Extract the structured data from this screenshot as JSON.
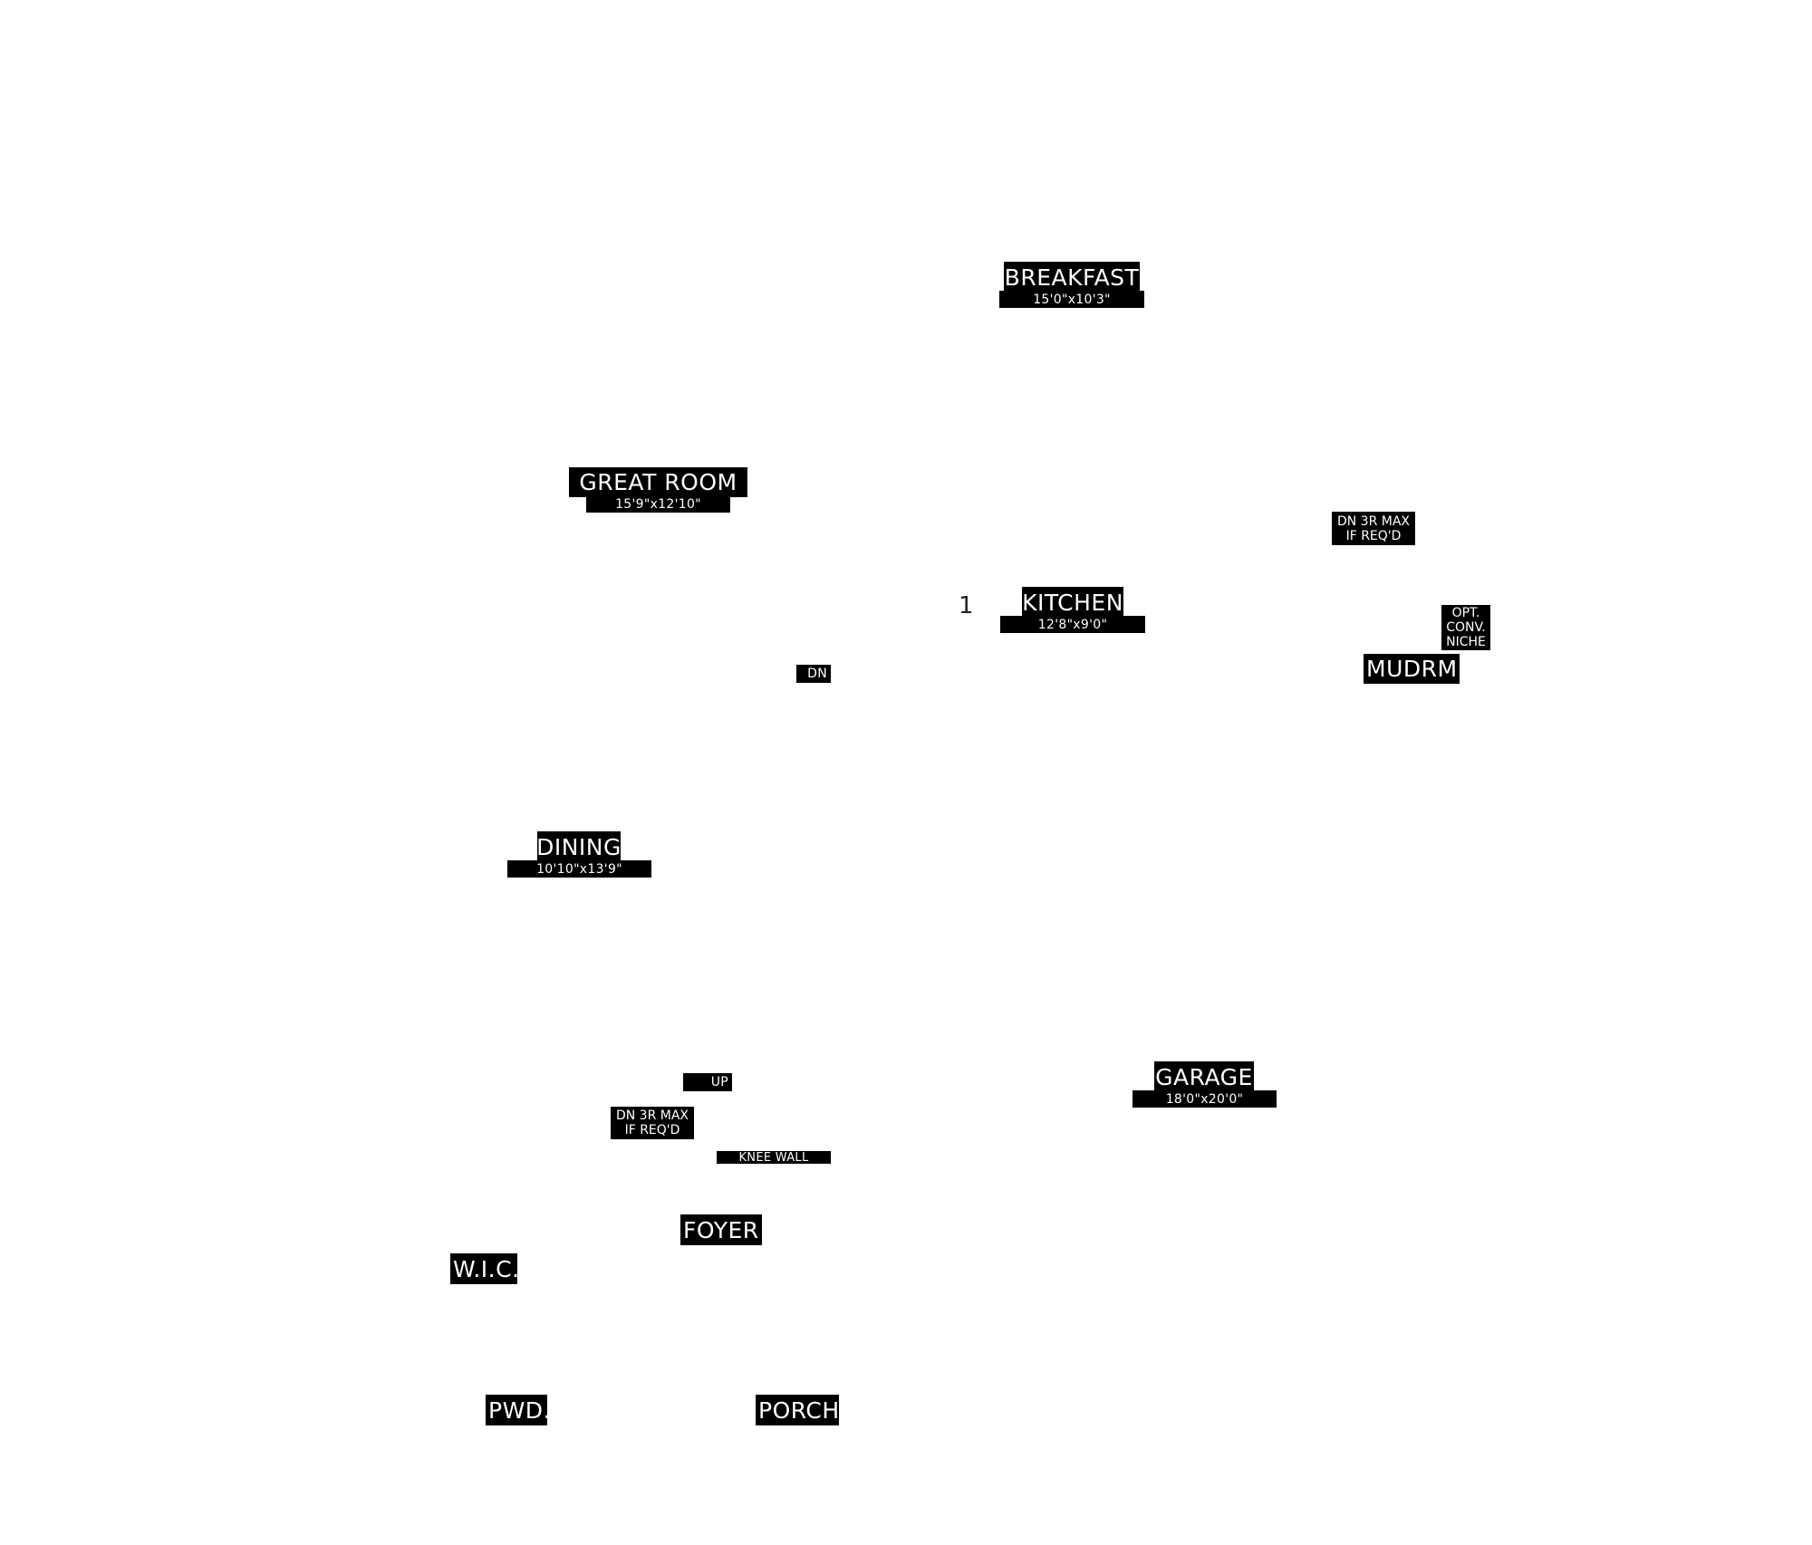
{
  "rooms": {
    "breakfast": {
      "name": "BREAKFAST",
      "dims": "15'0\"x10'3\""
    },
    "great_room": {
      "name": "GREAT ROOM",
      "dims": "15'9\"x12'10\""
    },
    "kitchen": {
      "name": "KITCHEN",
      "dims": "12'8\"x9'0\""
    },
    "dining": {
      "name": "DINING",
      "dims": "10'10\"x13'9\""
    },
    "garage": {
      "name": "GARAGE",
      "dims": "18'0\"x20'0\""
    },
    "mudroom": {
      "name": "MUDRM."
    },
    "foyer": {
      "name": "FOYER"
    },
    "wic": {
      "name": "W.I.C."
    },
    "powder": {
      "name": "PWD."
    },
    "porch": {
      "name": "PORCH"
    }
  },
  "notes": {
    "dn_3r_max_kitchen": [
      "DN 3R MAX",
      "IF REQ'D"
    ],
    "opt_conv_niche": [
      "OPT.",
      "CONV.",
      "NICHE"
    ],
    "dn_great_room": "DN",
    "up_foyer": "UP",
    "dn_3r_max_foyer": [
      "DN 3R MAX",
      "IF REQ'D"
    ],
    "knee_wall": "KNEE WALL"
  },
  "level_marker": "1",
  "colors": {
    "label_background": "#000000",
    "label_text": "#ffffff",
    "page_background": "#ffffff"
  }
}
